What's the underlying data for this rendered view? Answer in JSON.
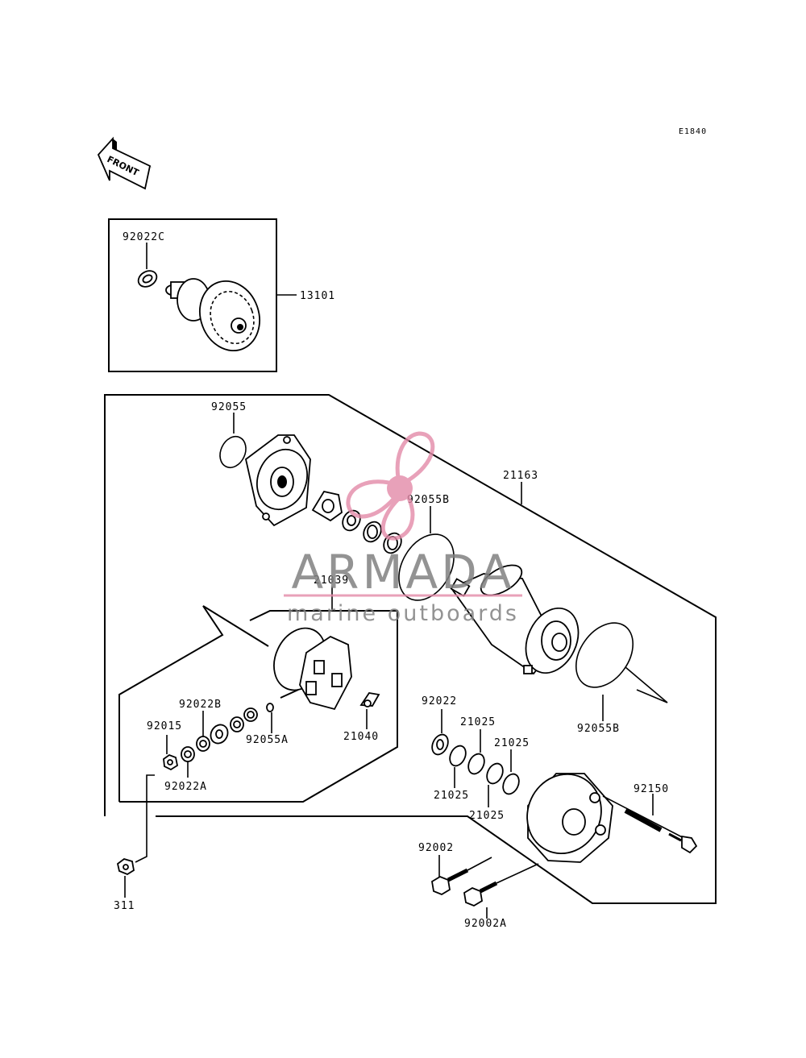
{
  "diagram_code": "E1840",
  "front_label": "FRONT",
  "watermark": {
    "brand": "ARMADA",
    "tagline": "marine outboards",
    "logo_color": "#e38aa8",
    "text_color": "#808080"
  },
  "labels": {
    "p92022C": "92022C",
    "p13101": "13101",
    "p92055": "92055",
    "p21163": "21163",
    "p92055B_top": "92055B",
    "p21039": "21039",
    "p92055B_right": "92055B",
    "p92022B": "92022B",
    "p92015": "92015",
    "p92055A": "92055A",
    "p21040": "21040",
    "p92022A": "92022A",
    "p92022": "92022",
    "p21025_a": "21025",
    "p21025_b": "21025",
    "p21025_c": "21025",
    "p21025_d": "21025",
    "p92150": "92150",
    "p92002": "92002",
    "p92002A": "92002A",
    "p311": "311"
  }
}
